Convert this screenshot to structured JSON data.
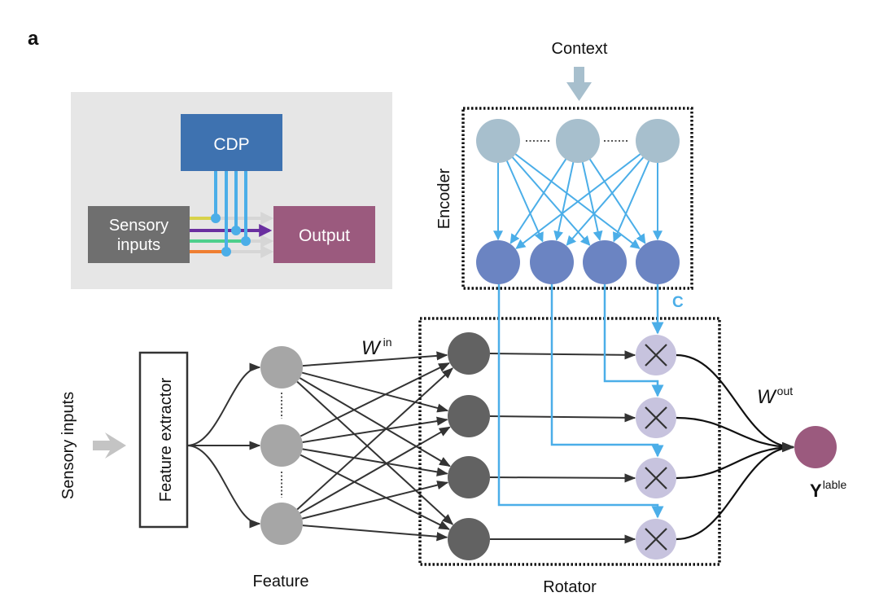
{
  "panel_label": "a",
  "inset": {
    "cdp_label": "CDP",
    "sensory_label_line1": "Sensory",
    "sensory_label_line2": "inputs",
    "output_label": "Output",
    "colors": {
      "background": "#e6e6e6",
      "cdp": "#3e72b0",
      "sensory": "#6f6f6f",
      "output": "#9b5a7e",
      "control_line": "#4baee8",
      "channels": [
        "#d8d24a",
        "#6a2fa0",
        "#4dcf8c",
        "#ef7f32"
      ],
      "inactive_arrow": "#d6d6d6"
    }
  },
  "encoder": {
    "title": "Context",
    "box_label": "Encoder",
    "c_label": "C",
    "colors": {
      "input_node": "#a7bfcd",
      "output_node": "#6b84c2",
      "edge": "#4baee8",
      "context_arrow": "#a7bfcd"
    }
  },
  "main": {
    "sensory_inputs_label": "Sensory inputs",
    "feature_extractor_label": "Feature extractor",
    "feature_label": "Feature",
    "w_in_label": "W",
    "w_in_sup": "in",
    "rotator_label": "Rotator",
    "w_out_label": "W",
    "w_out_sup": "out",
    "y_label": "Y",
    "y_sup": "lable",
    "colors": {
      "feature_node": "#a6a6a6",
      "rotator_node": "#626262",
      "multiplier_node": "#c7c3de",
      "output_node": "#9b5a7e",
      "edge": "#333333",
      "input_arrow": "#c4c4c4"
    }
  }
}
